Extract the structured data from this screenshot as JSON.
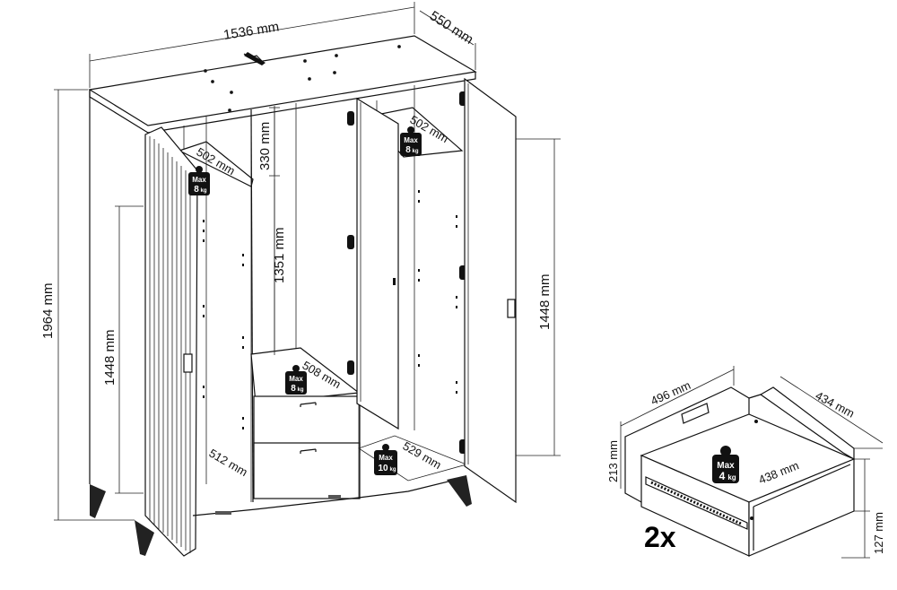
{
  "dimensions": {
    "width": "1536 mm",
    "depth": "550 mm",
    "height": "1964 mm",
    "left_door_height": "1448 mm",
    "right_door_height": "1448 mm",
    "middle_shelf_gap": "330 mm",
    "middle_hanging_height": "1351 mm",
    "left_shelf_width": "502 mm",
    "right_shelf_width": "502 mm",
    "middle_shelf_width": "508 mm",
    "left_bottom_width": "512 mm",
    "right_bottom_width": "529 mm"
  },
  "weights": {
    "left_shelf": {
      "max": "Max",
      "value": "8",
      "unit": "kg"
    },
    "right_shelf": {
      "max": "Max",
      "value": "8",
      "unit": "kg"
    },
    "middle_shelf": {
      "max": "Max",
      "value": "8",
      "unit": "kg"
    },
    "bottom": {
      "max": "Max",
      "value": "10",
      "unit": "kg"
    },
    "drawer": {
      "max": "Max",
      "value": "4",
      "unit": "kg"
    }
  },
  "drawer": {
    "width": "496 mm",
    "depth": "434 mm",
    "height": "213 mm",
    "inner_width": "438 mm",
    "inner_height": "127 mm",
    "quantity": "2x"
  }
}
